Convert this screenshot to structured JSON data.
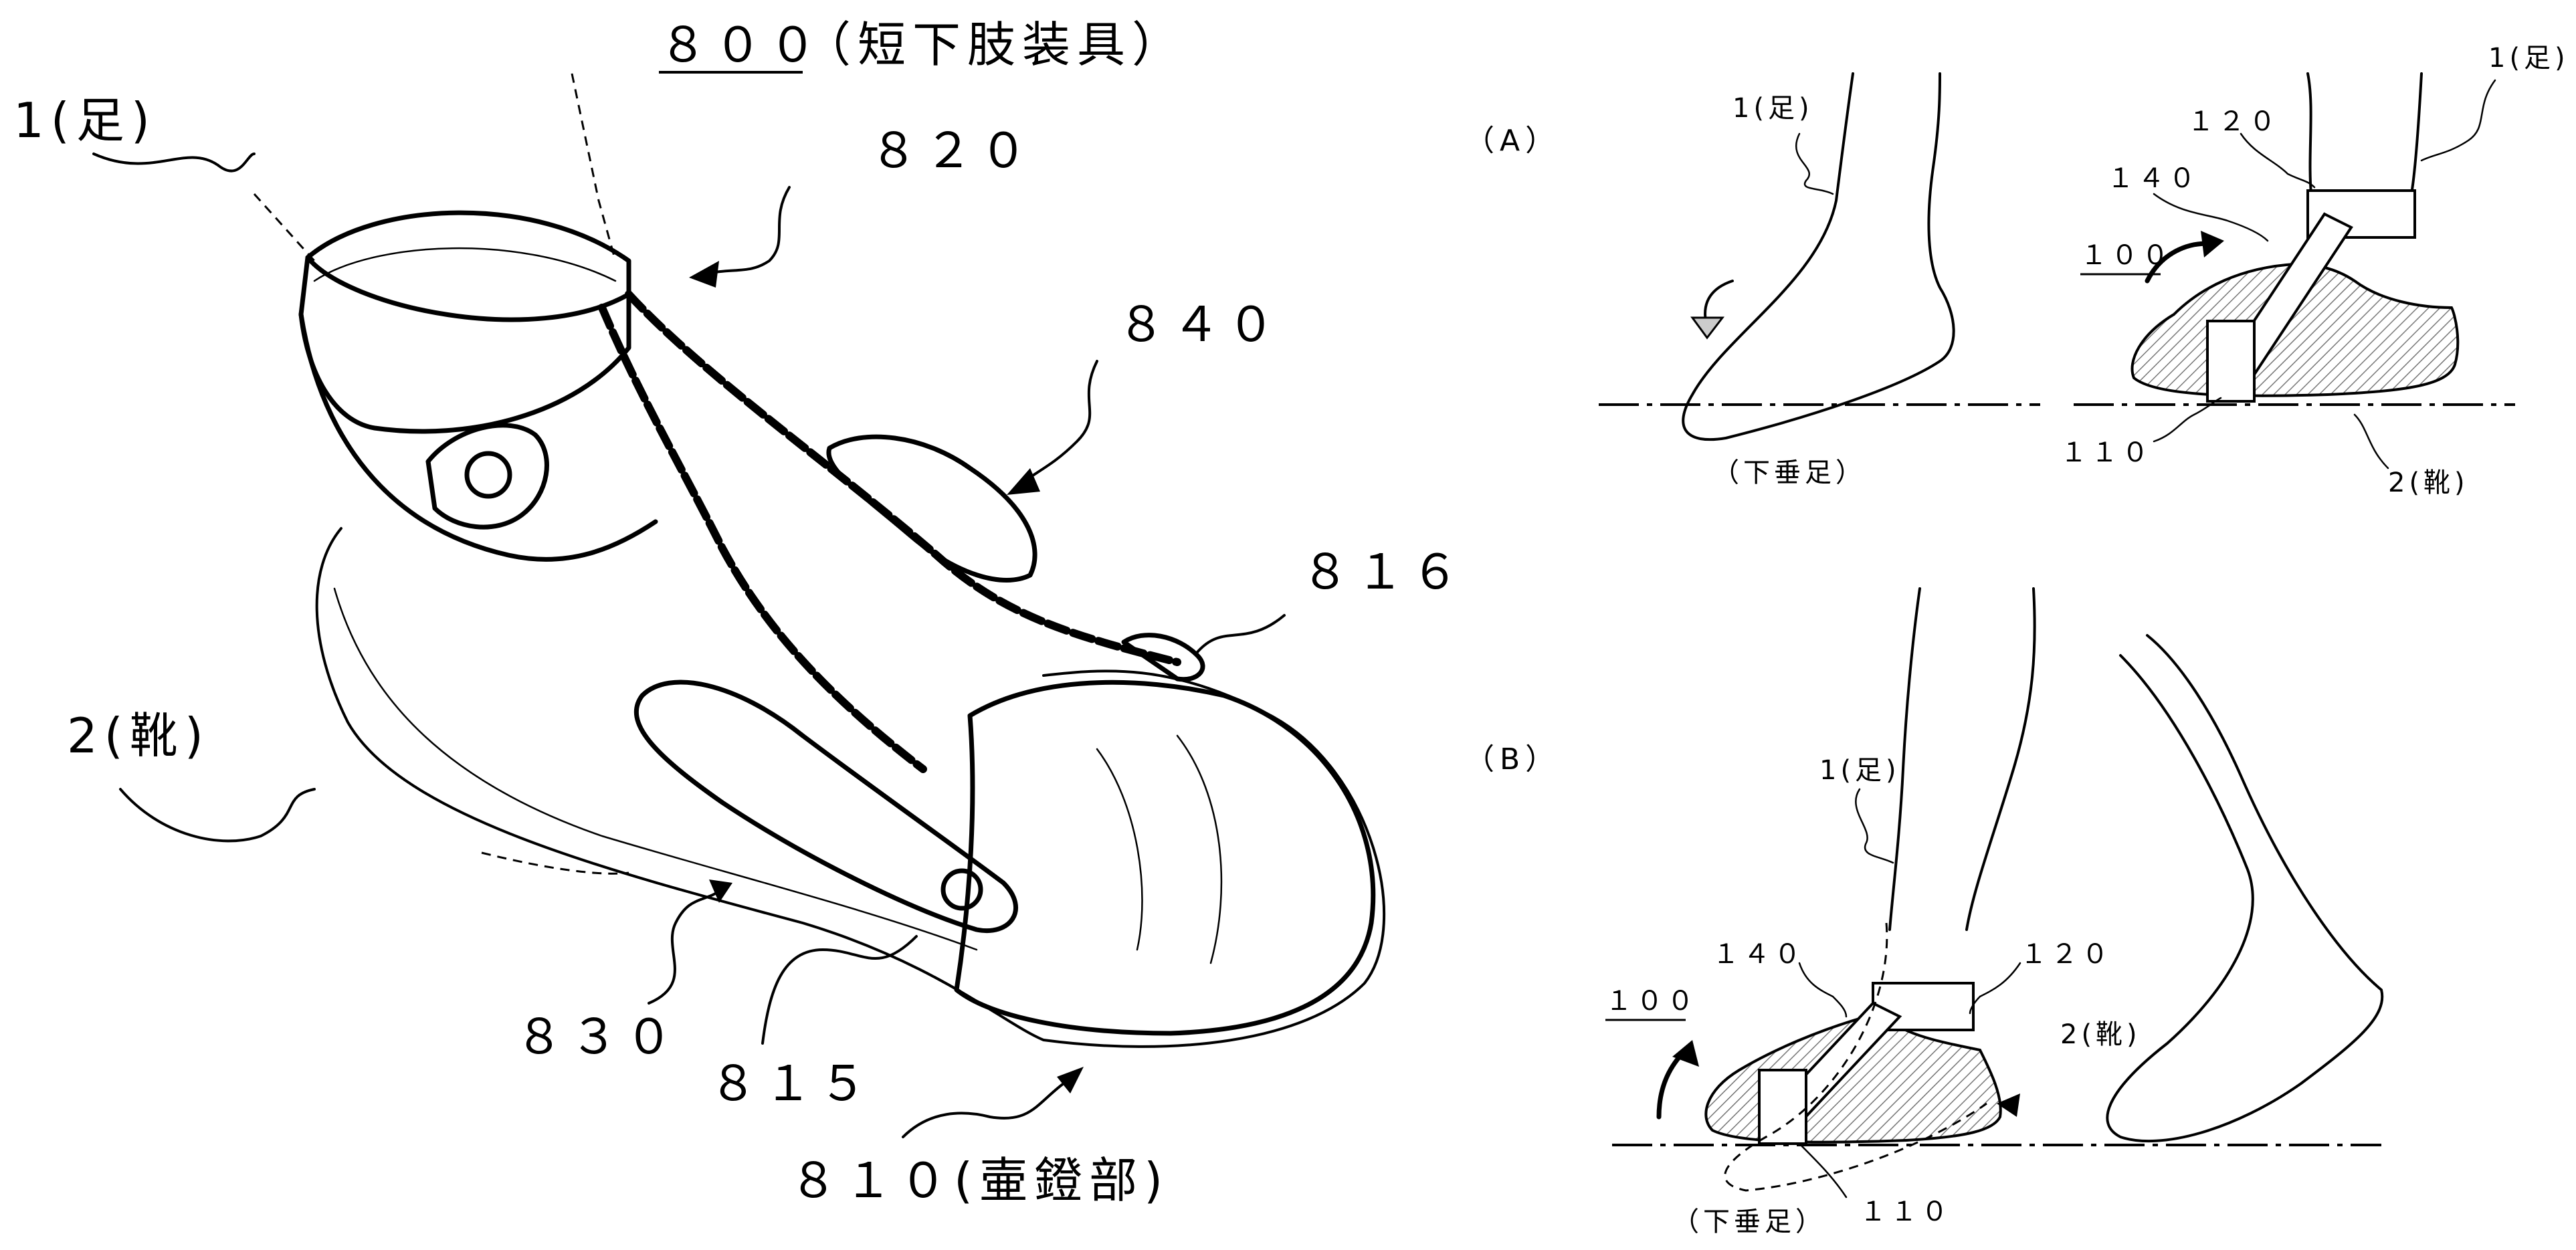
{
  "figure": {
    "title_number": "８００",
    "title_text": "（短下肢装具）"
  },
  "main_view": {
    "labels": {
      "foot": "1(足)",
      "strap_820": "８２０",
      "strap_840": "８４０",
      "part_816": "８１６",
      "shoe": "2(靴)",
      "part_830": "８３０",
      "part_815": "８１５",
      "stirrup": "８１０(壷鐙部)"
    }
  },
  "panel_a": {
    "label": "（A）",
    "foot_left": "1(足)",
    "foot_right": "1(足)",
    "drop_foot": "（下垂足）",
    "device": "１００",
    "cuff": "１２０",
    "strap": "１４０",
    "stirrup": "１１０",
    "shoe": "2(靴)"
  },
  "panel_b": {
    "label": "（B）",
    "foot": "1(足)",
    "device": "１００",
    "cuff": "１２０",
    "strap": "１４０",
    "stirrup": "１１０",
    "shoe": "2(靴)",
    "drop_foot": "（下垂足）"
  }
}
